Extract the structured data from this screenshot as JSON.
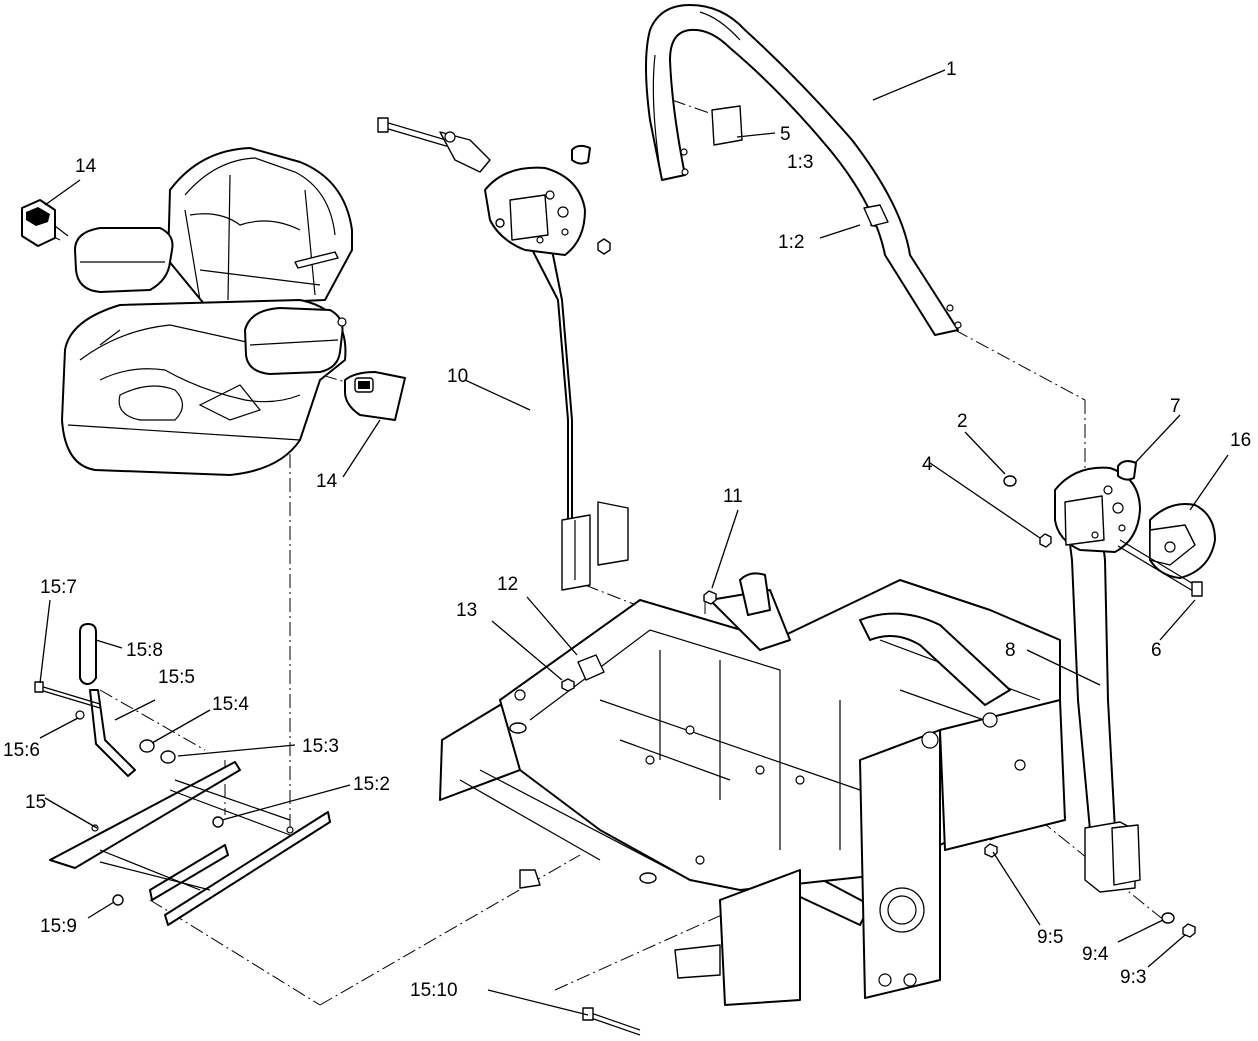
{
  "callouts": [
    {
      "id": "c1",
      "text": "1"
    },
    {
      "id": "c2",
      "text": "2"
    },
    {
      "id": "c4",
      "text": "4"
    },
    {
      "id": "c5",
      "text": "5"
    },
    {
      "id": "c6",
      "text": "6"
    },
    {
      "id": "c7",
      "text": "7"
    },
    {
      "id": "c8",
      "text": "8"
    },
    {
      "id": "c10",
      "text": "10"
    },
    {
      "id": "c11",
      "text": "11"
    },
    {
      "id": "c12",
      "text": "12"
    },
    {
      "id": "c13",
      "text": "13"
    },
    {
      "id": "c14a",
      "text": "14"
    },
    {
      "id": "c14b",
      "text": "14"
    },
    {
      "id": "c15",
      "text": "15"
    },
    {
      "id": "c16",
      "text": "16"
    },
    {
      "id": "c1_2",
      "text": "1:2"
    },
    {
      "id": "c1_3",
      "text": "1:3"
    },
    {
      "id": "c9_3",
      "text": "9:3"
    },
    {
      "id": "c9_4",
      "text": "9:4"
    },
    {
      "id": "c9_5",
      "text": "9:5"
    },
    {
      "id": "c15_2",
      "text": "15:2"
    },
    {
      "id": "c15_3",
      "text": "15:3"
    },
    {
      "id": "c15_4",
      "text": "15:4"
    },
    {
      "id": "c15_5",
      "text": "15:5"
    },
    {
      "id": "c15_6",
      "text": "15:6"
    },
    {
      "id": "c15_7",
      "text": "15:7"
    },
    {
      "id": "c15_8",
      "text": "15:8"
    },
    {
      "id": "c15_9",
      "text": "15:9"
    },
    {
      "id": "c15_10",
      "text": "15:10"
    }
  ]
}
